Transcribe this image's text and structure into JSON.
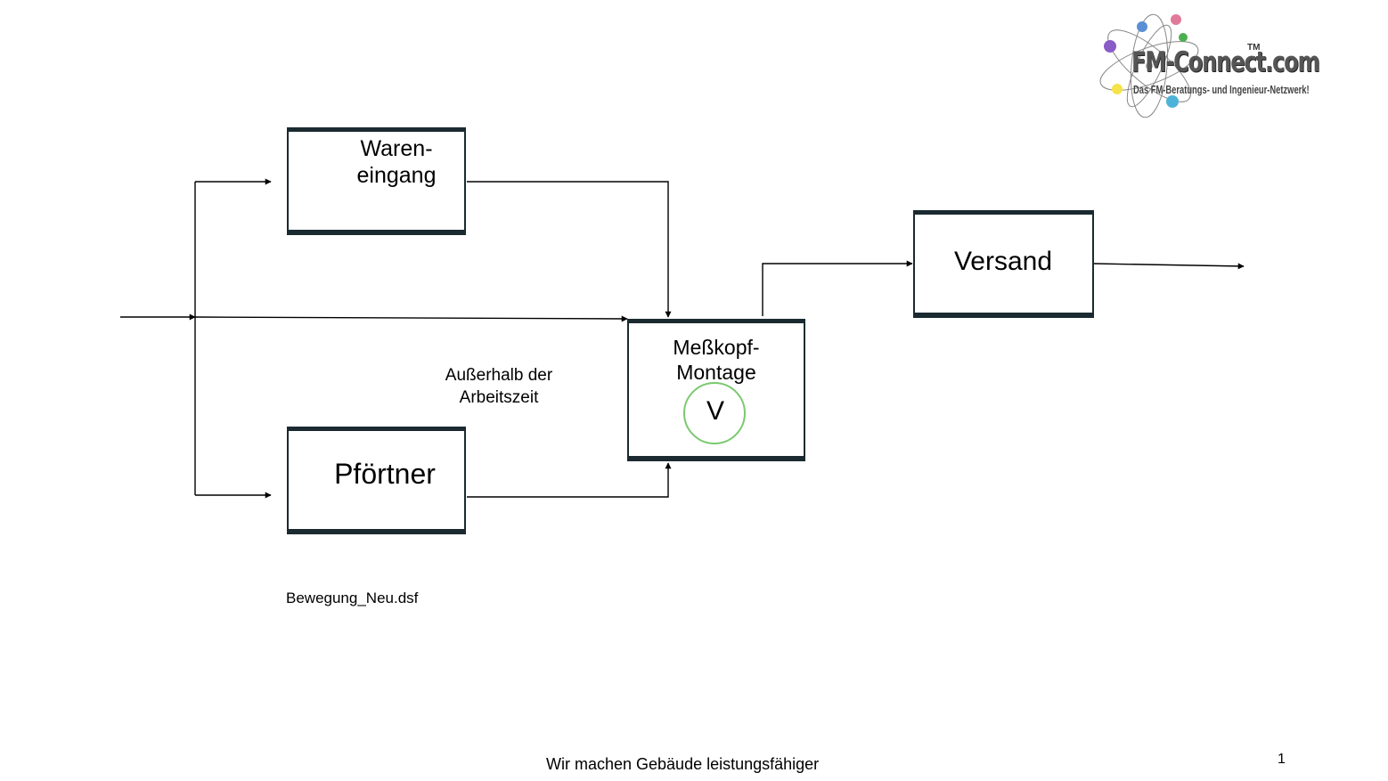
{
  "logo": {
    "name": "FM-Connect.com",
    "tagline": "Das FM-Beratungs- und Ingenieur-Netzwerk!",
    "trademark": "TM"
  },
  "boxes": {
    "wareneingang": [
      "Waren-",
      "eingang"
    ],
    "pfoertner": "Pförtner",
    "messkopf": [
      "Meßkopf-",
      "Montage"
    ],
    "versand": "Versand"
  },
  "node_v": {
    "label": "V",
    "ring_color": "#7bc96f"
  },
  "note": [
    "Außerhalb der",
    "Arbeitszeit"
  ],
  "filename": "Bewegung_Neu.dsf",
  "footer": {
    "slogan": "Wir machen Gebäude leistungsfähiger",
    "page_number": "1"
  },
  "colors": {
    "box_border": "#1a2a30",
    "line": "#000000"
  }
}
